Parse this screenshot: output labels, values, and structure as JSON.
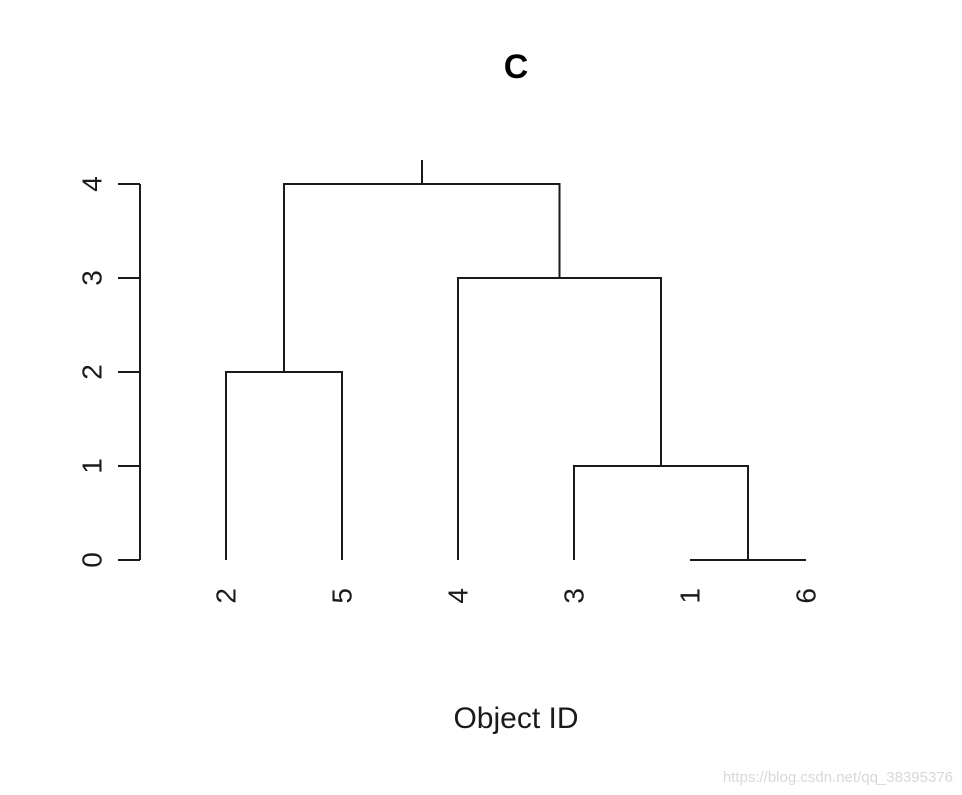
{
  "chart_data": {
    "type": "dendrogram",
    "title": "C",
    "xlabel": "Object ID",
    "ylabel": "",
    "ylim": [
      0,
      4
    ],
    "yticks": [
      0,
      1,
      2,
      3,
      4
    ],
    "leaf_order": [
      "2",
      "5",
      "4",
      "3",
      "1",
      "6"
    ],
    "merges": [
      {
        "left": "1",
        "right": "6",
        "height": 0
      },
      {
        "left": "3",
        "right": "1,6",
        "height": 1
      },
      {
        "left": "2",
        "right": "5",
        "height": 2
      },
      {
        "left": "4",
        "right": "3,1,6",
        "height": 3
      },
      {
        "left": "2,5",
        "right": "4,3,1,6",
        "height": 4
      }
    ],
    "grid": false
  },
  "watermark": "https://blog.csdn.net/qq_38395376"
}
